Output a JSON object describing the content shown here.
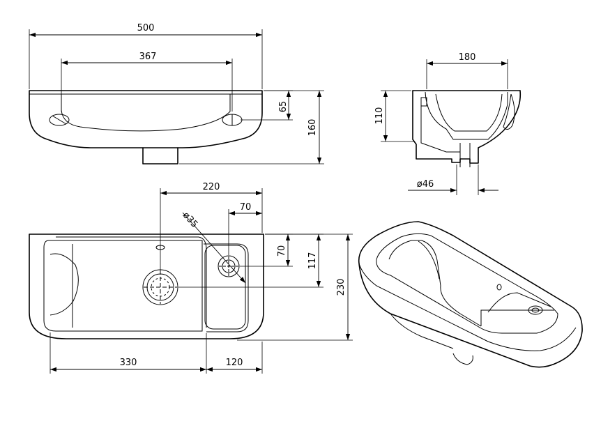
{
  "drawing": {
    "dimensions": {
      "top_overall_width": "500",
      "top_hole_spacing": "367",
      "top_rim_height": "65",
      "top_total_height": "160",
      "section_width": "180",
      "section_height": "110",
      "section_waste_dia": "ø46",
      "plan_waste_offset": "220",
      "plan_tap_hole_dia": "ø35",
      "plan_tap_offset_x": "70",
      "plan_tap_offset_y": "70",
      "plan_waste_y": "117",
      "plan_depth": "230",
      "plan_basin_width": "330",
      "plan_deck_width": "120"
    }
  }
}
